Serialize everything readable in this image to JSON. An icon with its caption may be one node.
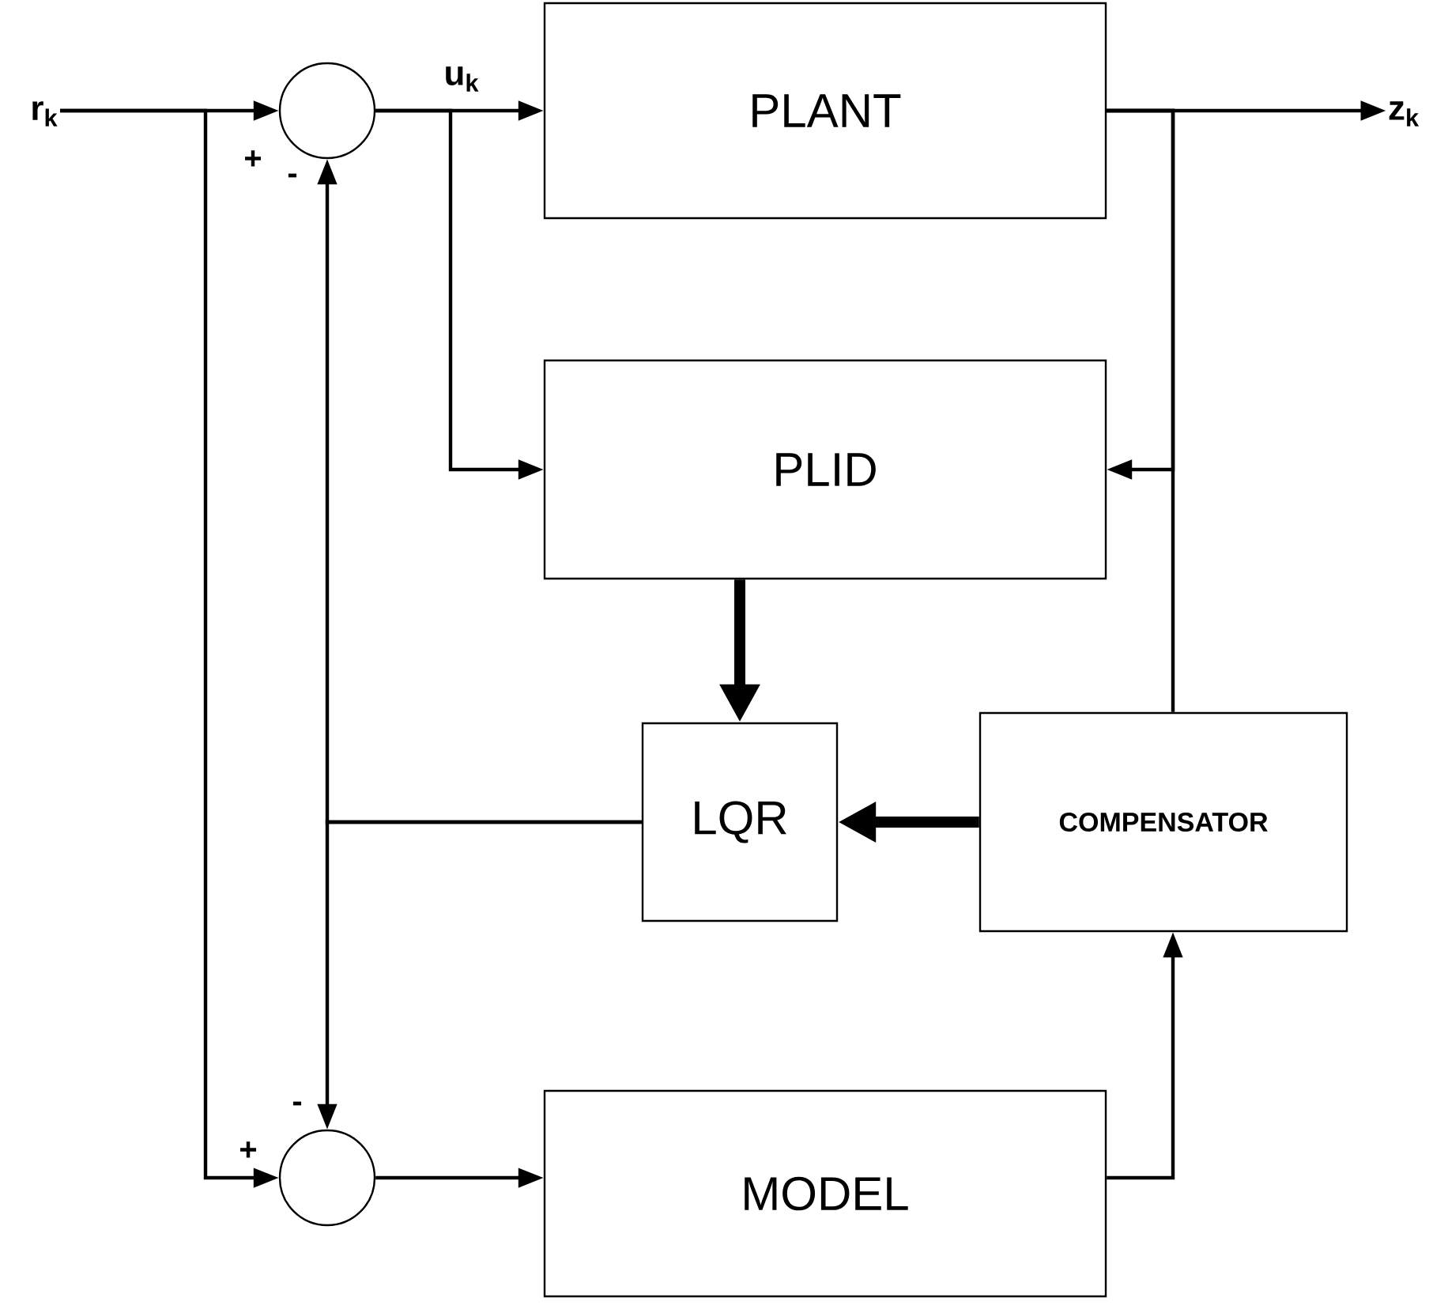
{
  "diagram": {
    "nodes": [
      {
        "text": [
          "r$_{k}$"
        ]
      },
      {
        "text": [],
        "shape": "circle"
      },
      {
        "text": [
          "PLANT"
        ]
      },
      {
        "text": [
          "z$_{k}$"
        ]
      },
      {
        "text": [
          "PLID"
        ]
      },
      {
        "text": [
          "LQR"
        ]
      },
      {
        "text": [
          "COMPENSATOR"
        ]
      },
      {
        "text": [],
        "shape": "circle"
      },
      {
        "text": [
          "MODEL"
        ]
      }
    ],
    "edges": [
      {
        "from": 0,
        "to": 1,
        "arrow": "to"
      },
      {
        "from": 0,
        "to": 7,
        "arrow": "to"
      },
      {
        "from": 1,
        "to": 2,
        "arrow": "to",
        "label": "u$_{k}$"
      },
      {
        "from": 1,
        "to": 4,
        "arrow": "to"
      },
      {
        "from": 2,
        "to": 3,
        "arrow": "to"
      },
      {
        "from": 2,
        "to": 4,
        "arrow": "to"
      },
      {
        "from": 2,
        "to": 6,
        "arrow": "none"
      },
      {
        "from": 4,
        "to": 5,
        "arrow": "to",
        "style": "thick"
      },
      {
        "from": 6,
        "to": 5,
        "arrow": "to",
        "style": "thick"
      },
      {
        "from": 5,
        "to": 1,
        "arrow": "to"
      },
      {
        "from": 5,
        "to": 7,
        "arrow": "to"
      },
      {
        "from": 7,
        "to": 8,
        "arrow": "to"
      },
      {
        "from": 8,
        "to": 6,
        "arrow": "to"
      }
    ],
    "labels": [
      "+",
      "-",
      "-",
      "+"
    ]
  }
}
